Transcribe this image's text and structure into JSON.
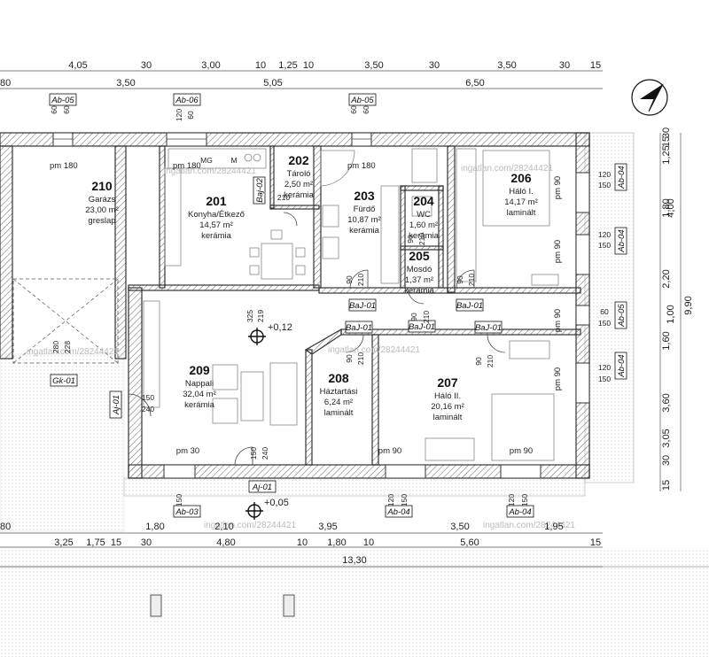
{
  "dims_top_row1": [
    "4,05",
    "30",
    "3,00",
    "10",
    "1,25",
    "10",
    "3,50",
    "30",
    "3,50",
    "30",
    "15"
  ],
  "dims_top_row2": [
    "3,50",
    "5,05",
    "6,50"
  ],
  "dims_top_left": [
    "80",
    "30"
  ],
  "dims_bottom_row1": [
    "1,80",
    "2,10",
    "3,95",
    "3,50",
    "1,95"
  ],
  "dims_bottom_row2": [
    "1,75",
    "3,25",
    "15",
    "30",
    "4,80",
    "10",
    "1,80",
    "10",
    "5,60",
    "15"
  ],
  "dims_bottom_left": [
    "80",
    "80"
  ],
  "dims_total": "13,30",
  "dims_right_inner": [
    "1,25",
    "1,80",
    "2,20",
    "1,60",
    "3,60",
    "3,05",
    "30",
    "30",
    "15",
    "15"
  ],
  "dims_right_outer": [
    "4,00",
    "1,00",
    "9,90"
  ],
  "window_tags": [
    "Ab-05",
    "Ab-06",
    "Ab-05",
    "Ab-04",
    "Ab-04",
    "Ab-05",
    "Ab-04",
    "Ab-03",
    "Ab-04",
    "Ab-04"
  ],
  "door_tags": [
    "Baj-02",
    "BaJ-01",
    "BaJ-01",
    "BaJ-01",
    "BaJ-01",
    "BaJ-01",
    "Aj-01",
    "Aj-01",
    "Gk-01"
  ],
  "rooms": [
    {
      "num": "210",
      "name": "Garázs",
      "area": "23,00 m²",
      "floor": "greslap"
    },
    {
      "num": "201",
      "name": "Konyha/Étkező",
      "area": "14,57 m²",
      "floor": "kerámia"
    },
    {
      "num": "202",
      "name": "Tároló",
      "area": "2,50 m²",
      "floor": "kerámia"
    },
    {
      "num": "203",
      "name": "Fürdő",
      "area": "10,87 m²",
      "floor": "kerámia"
    },
    {
      "num": "204",
      "name": "WC",
      "area": "1,60 m²",
      "floor": "kerámia"
    },
    {
      "num": "205",
      "name": "Mosdó",
      "area": "1,37 m²",
      "floor": "kerámia"
    },
    {
      "num": "206",
      "name": "Háló I.",
      "area": "14,17 m²",
      "floor": "laminált"
    },
    {
      "num": "209",
      "name": "Nappali",
      "area": "32,04 m²",
      "floor": "kerámia"
    },
    {
      "num": "208",
      "name": "Háztartási",
      "area": "6,24 m²",
      "floor": "laminált"
    },
    {
      "num": "207",
      "name": "Háló II.",
      "area": "20,16 m²",
      "floor": "laminált"
    }
  ],
  "sill_labels": {
    "pm180": "pm 180",
    "pm90": "pm 90",
    "pm30": "pm 30"
  },
  "levels": {
    "inside": "+0,12",
    "outside": "+0,05"
  },
  "appliance": {
    "mg": "MG",
    "m": "M"
  },
  "openings": [
    "60",
    "60",
    "120",
    "60",
    "60",
    "60",
    "120",
    "150",
    "120",
    "150",
    "60",
    "150",
    "120",
    "150",
    "150",
    "120",
    "150",
    "120",
    "150",
    "325",
    "219",
    "90",
    "210",
    "90",
    "210",
    "90",
    "210",
    "90",
    "210",
    "90",
    "210",
    "90",
    "210",
    "150",
    "240",
    "150",
    "240",
    "280",
    "228",
    "210"
  ],
  "watermark": "ingatlan.com/28244421"
}
